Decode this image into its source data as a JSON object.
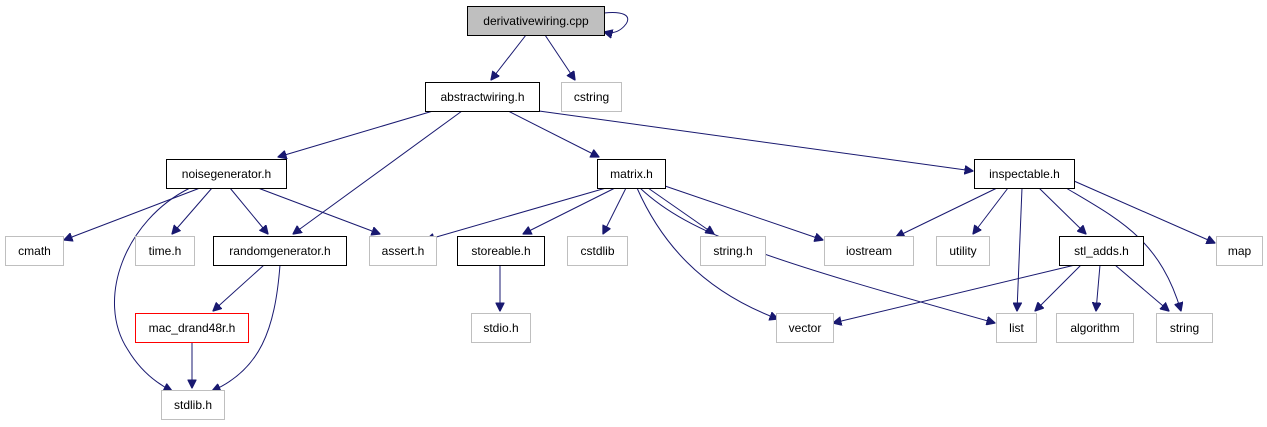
{
  "graph": {
    "root": "derivativewiring.cpp",
    "colors": {
      "edge": "#191970",
      "root_fill": "#bfbfbf",
      "root_border": "#000000",
      "documented_border": "#000000",
      "external_border": "#bfbfbf",
      "highlight_border": "#ff0000",
      "node_fill": "#ffffff"
    },
    "nodes": [
      {
        "id": "derivativewiring_cpp",
        "label": "derivativewiring.cpp",
        "kind": "root"
      },
      {
        "id": "abstractwiring_h",
        "label": "abstractwiring.h",
        "kind": "documented"
      },
      {
        "id": "cstring",
        "label": "cstring",
        "kind": "external"
      },
      {
        "id": "noisegenerator_h",
        "label": "noisegenerator.h",
        "kind": "documented"
      },
      {
        "id": "matrix_h",
        "label": "matrix.h",
        "kind": "documented"
      },
      {
        "id": "inspectable_h",
        "label": "inspectable.h",
        "kind": "documented"
      },
      {
        "id": "cmath",
        "label": "cmath",
        "kind": "external"
      },
      {
        "id": "time_h",
        "label": "time.h",
        "kind": "external"
      },
      {
        "id": "randomgenerator_h",
        "label": "randomgenerator.h",
        "kind": "documented"
      },
      {
        "id": "assert_h",
        "label": "assert.h",
        "kind": "external"
      },
      {
        "id": "storeable_h",
        "label": "storeable.h",
        "kind": "documented"
      },
      {
        "id": "cstdlib",
        "label": "cstdlib",
        "kind": "external"
      },
      {
        "id": "string_h",
        "label": "string.h",
        "kind": "external"
      },
      {
        "id": "iostream",
        "label": "iostream",
        "kind": "external"
      },
      {
        "id": "utility",
        "label": "utility",
        "kind": "external"
      },
      {
        "id": "stl_adds_h",
        "label": "stl_adds.h",
        "kind": "documented"
      },
      {
        "id": "map",
        "label": "map",
        "kind": "external"
      },
      {
        "id": "mac_drand48r_h",
        "label": "mac_drand48r.h",
        "kind": "highlight"
      },
      {
        "id": "stdio_h",
        "label": "stdio.h",
        "kind": "external"
      },
      {
        "id": "vector",
        "label": "vector",
        "kind": "external"
      },
      {
        "id": "list",
        "label": "list",
        "kind": "external"
      },
      {
        "id": "algorithm",
        "label": "algorithm",
        "kind": "external"
      },
      {
        "id": "string",
        "label": "string",
        "kind": "external"
      },
      {
        "id": "stdlib_h",
        "label": "stdlib.h",
        "kind": "external"
      }
    ],
    "edges": [
      {
        "from": "derivativewiring_cpp",
        "to": "derivativewiring_cpp"
      },
      {
        "from": "derivativewiring_cpp",
        "to": "abstractwiring_h"
      },
      {
        "from": "derivativewiring_cpp",
        "to": "cstring"
      },
      {
        "from": "abstractwiring_h",
        "to": "noisegenerator_h"
      },
      {
        "from": "abstractwiring_h",
        "to": "randomgenerator_h"
      },
      {
        "from": "abstractwiring_h",
        "to": "matrix_h"
      },
      {
        "from": "abstractwiring_h",
        "to": "inspectable_h"
      },
      {
        "from": "noisegenerator_h",
        "to": "cmath"
      },
      {
        "from": "noisegenerator_h",
        "to": "time_h"
      },
      {
        "from": "noisegenerator_h",
        "to": "randomgenerator_h"
      },
      {
        "from": "noisegenerator_h",
        "to": "assert_h"
      },
      {
        "from": "noisegenerator_h",
        "to": "stdlib_h"
      },
      {
        "from": "randomgenerator_h",
        "to": "mac_drand48r_h"
      },
      {
        "from": "randomgenerator_h",
        "to": "stdlib_h"
      },
      {
        "from": "mac_drand48r_h",
        "to": "stdlib_h"
      },
      {
        "from": "matrix_h",
        "to": "assert_h"
      },
      {
        "from": "matrix_h",
        "to": "storeable_h"
      },
      {
        "from": "matrix_h",
        "to": "cstdlib"
      },
      {
        "from": "matrix_h",
        "to": "string_h"
      },
      {
        "from": "matrix_h",
        "to": "iostream"
      },
      {
        "from": "matrix_h",
        "to": "vector"
      },
      {
        "from": "matrix_h",
        "to": "list"
      },
      {
        "from": "storeable_h",
        "to": "stdio_h"
      },
      {
        "from": "inspectable_h",
        "to": "iostream"
      },
      {
        "from": "inspectable_h",
        "to": "utility"
      },
      {
        "from": "inspectable_h",
        "to": "list"
      },
      {
        "from": "inspectable_h",
        "to": "stl_adds_h"
      },
      {
        "from": "inspectable_h",
        "to": "string"
      },
      {
        "from": "inspectable_h",
        "to": "map"
      },
      {
        "from": "stl_adds_h",
        "to": "vector"
      },
      {
        "from": "stl_adds_h",
        "to": "list"
      },
      {
        "from": "stl_adds_h",
        "to": "algorithm"
      },
      {
        "from": "stl_adds_h",
        "to": "string"
      }
    ]
  }
}
